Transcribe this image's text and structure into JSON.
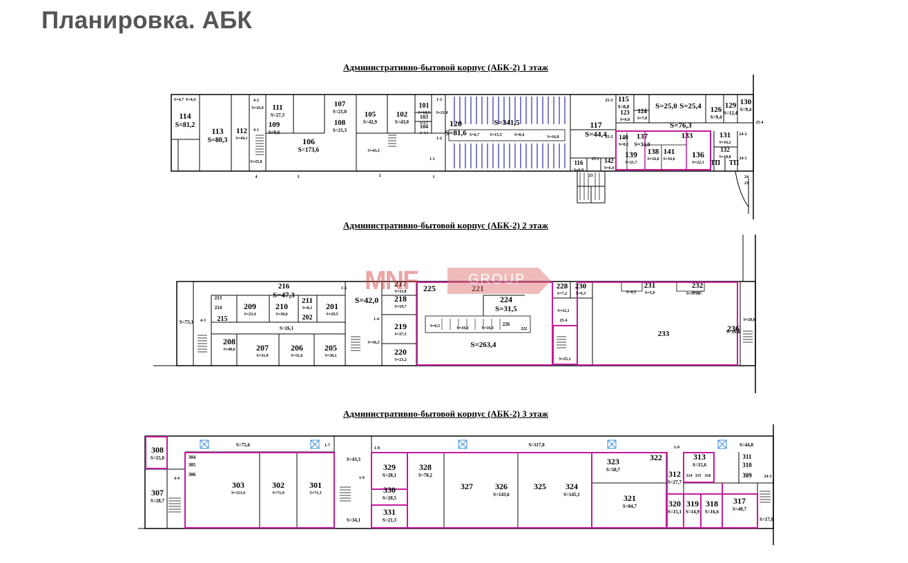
{
  "page": {
    "title": "Планировка. АБК"
  },
  "floors": [
    {
      "caption": "Административно-бытовой корпус (АБК-2) 1 этаж",
      "rooms": [
        {
          "num": "114",
          "area": "S=81,2"
        },
        {
          "num": "113",
          "area": "S=80,3"
        },
        {
          "num": "112",
          "area": "S=44,1"
        },
        {
          "num": "111",
          "area": "S=27,3"
        },
        {
          "num": "109",
          "area": "S=9,6"
        },
        {
          "num": "106",
          "area": "S=173,6"
        },
        {
          "num": "107",
          "area": "S=21,0"
        },
        {
          "num": "108",
          "area": "S=21,3"
        },
        {
          "num": "105",
          "area": "S=42,9"
        },
        {
          "num": "102",
          "area": "S=43,0"
        },
        {
          "num": "101",
          "area": "S=10,5"
        },
        {
          "num": "103",
          "area": "S=5,7"
        },
        {
          "num": "104",
          "area": "S=4,4"
        },
        {
          "num": "120",
          "area": "S=81,6"
        },
        {
          "num": "",
          "area": "S=341,5"
        },
        {
          "num": "117",
          "area": "S=44,4"
        },
        {
          "num": "116",
          "area": "S=6,8"
        },
        {
          "num": "142",
          "area": "S=6,4"
        },
        {
          "num": "115",
          "area": "S=8,8"
        },
        {
          "num": "123",
          "area": "S=6,0"
        },
        {
          "num": "124",
          "area": "S=7,8"
        },
        {
          "num": "",
          "area": "S=25,0"
        },
        {
          "num": "",
          "area": "S=25,4"
        },
        {
          "num": "126",
          "area": "S=9,4"
        },
        {
          "num": "129",
          "area": "S=12,4"
        },
        {
          "num": "130",
          "area": "S=9,4"
        },
        {
          "num": "",
          "area": "S=76,3"
        },
        {
          "num": "140",
          "area": "S=8,2"
        },
        {
          "num": "137",
          "area": "S=34,0"
        },
        {
          "num": "133",
          "area": ""
        },
        {
          "num": "139",
          "area": "S=21,7"
        },
        {
          "num": "138",
          "area": "S=16,6"
        },
        {
          "num": "141",
          "area": "S=16,6"
        },
        {
          "num": "136",
          "area": "S=22,1"
        },
        {
          "num": "131",
          "area": "S=16,2"
        },
        {
          "num": "132",
          "area": "S=10,8"
        },
        {
          "num": "",
          "area": "S=43,3"
        },
        {
          "num": "",
          "area": "S=25,8"
        },
        {
          "num": "",
          "area": "S=16,9"
        },
        {
          "num": "",
          "area": "S=4,7"
        },
        {
          "num": "",
          "area": "S=4,4"
        },
        {
          "num": "",
          "area": "S=6,7"
        },
        {
          "num": "",
          "area": "S=15,5"
        },
        {
          "num": "",
          "area": "S=8,4"
        },
        {
          "num": "",
          "area": "S=16,8"
        },
        {
          "num": "",
          "area": "S=21,0"
        }
      ],
      "axes": [
        "4-2",
        "4-1",
        "1-3",
        "1-2",
        "1-1",
        "25-3",
        "25-2",
        "25-1",
        "25-4",
        "24-2",
        "24-1",
        "25",
        "4",
        "3",
        "2",
        "1",
        "24",
        "23"
      ],
      "labels": [
        "ТП",
        "ТП"
      ]
    },
    {
      "caption": "Административно-бытовой корпус (АБК-2) 2 этаж",
      "rooms": [
        {
          "num": "",
          "area": "S=73,1"
        },
        {
          "num": "216",
          "area": "S=47,3"
        },
        {
          "num": "213",
          "area": ""
        },
        {
          "num": "214",
          "area": ""
        },
        {
          "num": "215",
          "area": ""
        },
        {
          "num": "209",
          "area": "S=23,4"
        },
        {
          "num": "210",
          "area": "S=30,6"
        },
        {
          "num": "211",
          "area": "S=8,1"
        },
        {
          "num": "202",
          "area": ""
        },
        {
          "num": "201",
          "area": "S=29,5"
        },
        {
          "num": "",
          "area": "S=26,1"
        },
        {
          "num": "208",
          "area": "S=40,6"
        },
        {
          "num": "207",
          "area": "S=31,0"
        },
        {
          "num": "206",
          "area": "S=31,6"
        },
        {
          "num": "205",
          "area": "S=30,1"
        },
        {
          "num": "",
          "area": "S=42,0"
        },
        {
          "num": "",
          "area": "S=36,3"
        },
        {
          "num": "217",
          "area": "S=11,0"
        },
        {
          "num": "218",
          "area": "S=19,7"
        },
        {
          "num": "219",
          "area": "S=27,5"
        },
        {
          "num": "220",
          "area": "S=23,2"
        },
        {
          "num": "225",
          "area": ""
        },
        {
          "num": "221",
          "area": ""
        },
        {
          "num": "224",
          "area": "S=31,5"
        },
        {
          "num": "",
          "area": "S=263,4"
        },
        {
          "num": "",
          "area": "S=6,5"
        },
        {
          "num": "",
          "area": "S=10,3"
        },
        {
          "num": "",
          "area": "S=10,3"
        },
        {
          "num": "226",
          "area": ""
        },
        {
          "num": "222",
          "area": ""
        },
        {
          "num": "228",
          "area": "S=7,2"
        },
        {
          "num": "230",
          "area": "S=9,3"
        },
        {
          "num": "",
          "area": "S=12,1"
        },
        {
          "num": "",
          "area": "S=25,1"
        },
        {
          "num": "231",
          "area": "S=5,9"
        },
        {
          "num": "",
          "area": "S=8,5"
        },
        {
          "num": "232",
          "area": "S=9,7"
        },
        {
          "num": "",
          "area": "S=373,8"
        },
        {
          "num": "233",
          "area": ""
        },
        {
          "num": "236",
          "area": "S=16,6"
        },
        {
          "num": "",
          "area": "S=20,6"
        }
      ],
      "axes": [
        "1-5",
        "4-3",
        "1-4",
        "25-4"
      ],
      "labels": []
    },
    {
      "caption": "Административно-бытовой корпус (АБК-2) 3 этаж",
      "rooms": [
        {
          "num": "308",
          "area": "S=15,0"
        },
        {
          "num": "307",
          "area": "S=28,7"
        },
        {
          "num": "304",
          "area": ""
        },
        {
          "num": "305",
          "area": ""
        },
        {
          "num": "306",
          "area": ""
        },
        {
          "num": "303",
          "area": "S=113,4"
        },
        {
          "num": "302",
          "area": "S=71,9"
        },
        {
          "num": "301",
          "area": "S=71,3"
        },
        {
          "num": "",
          "area": "S=75,6"
        },
        {
          "num": "",
          "area": "S=43,3"
        },
        {
          "num": "",
          "area": "S=34,1"
        },
        {
          "num": "329",
          "area": "S=28,1"
        },
        {
          "num": "330",
          "area": "S=20,5"
        },
        {
          "num": "331",
          "area": "S=21,3"
        },
        {
          "num": "328",
          "area": "S=70,2"
        },
        {
          "num": "327",
          "area": ""
        },
        {
          "num": "326",
          "area": "S=143,6"
        },
        {
          "num": "325",
          "area": ""
        },
        {
          "num": "324",
          "area": "S=145,1"
        },
        {
          "num": "",
          "area": "S=117,0"
        },
        {
          "num": "323",
          "area": "S=58,7"
        },
        {
          "num": "322",
          "area": ""
        },
        {
          "num": "321",
          "area": "S=84,7"
        },
        {
          "num": "312",
          "area": "S=27,7"
        },
        {
          "num": "313",
          "area": "S=15,6"
        },
        {
          "num": "314",
          "area": ""
        },
        {
          "num": "315",
          "area": ""
        },
        {
          "num": "316",
          "area": ""
        },
        {
          "num": "311",
          "area": ""
        },
        {
          "num": "310",
          "area": ""
        },
        {
          "num": "309",
          "area": ""
        },
        {
          "num": "",
          "area": "S=44,8"
        },
        {
          "num": "320",
          "area": "S=15,1"
        },
        {
          "num": "319",
          "area": "S=14,9"
        },
        {
          "num": "318",
          "area": "S=16,6"
        },
        {
          "num": "317",
          "area": "S=40,7"
        },
        {
          "num": "",
          "area": "S=17,0"
        }
      ],
      "axes": [
        "4-4",
        "1-7",
        "1-6",
        "1-8",
        "1-9",
        "24-3"
      ],
      "labels": []
    }
  ],
  "watermark": {
    "logo": "MNF",
    "group": "GROUP"
  },
  "colors": {
    "walls": "#000000",
    "highlight": "#c21a9c",
    "annotation": "#1a8a1a",
    "seating": "#2a2aa8",
    "title": "#555555",
    "watermark": "#d94a4a"
  }
}
